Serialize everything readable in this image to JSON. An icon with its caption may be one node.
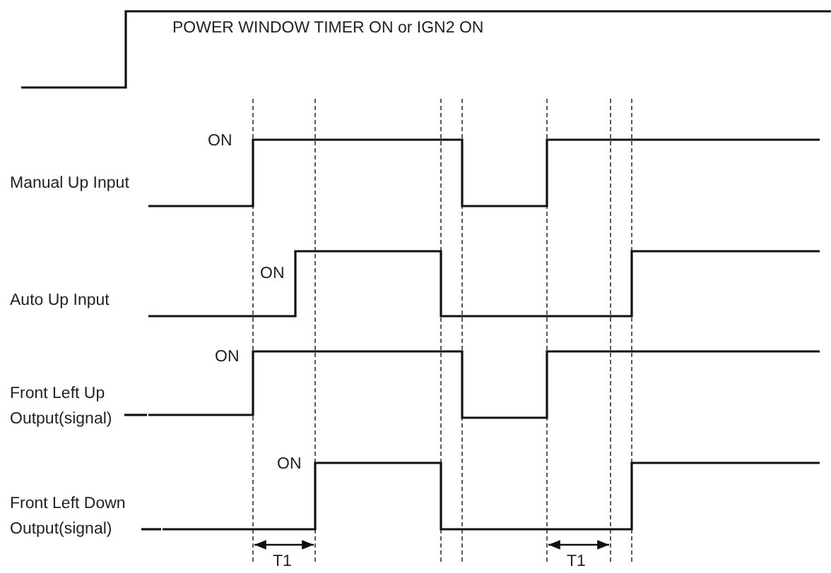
{
  "diagram": {
    "labels": [
      "POWER WINDOW TIMER ON or IGN2 ON",
      "ON",
      "Manual Up Input",
      "ON",
      "Auto Up Input",
      "ON",
      "Front Left Up Output(signal)",
      "ON",
      "Front Left Down Output(signal)",
      "T1",
      "T1"
    ]
  }
}
